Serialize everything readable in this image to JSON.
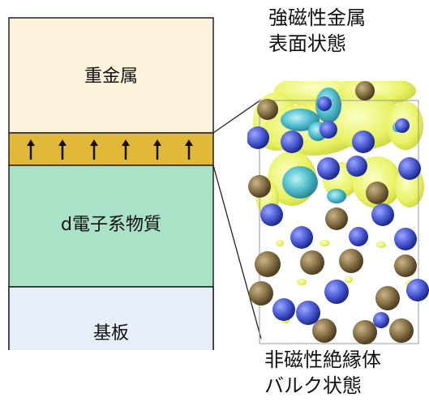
{
  "layers": {
    "heavy_metal": "重金属",
    "d_electron": "d電子系物質",
    "substrate": "基板"
  },
  "labels": {
    "surface_line1": "強磁性金属",
    "surface_line2": "表面状態",
    "bulk_line1": "非磁性絶縁体",
    "bulk_line2": "バルク状態"
  },
  "colors": {
    "heavy_metal_fill": "#fdf2dc",
    "interface_fill": "#e2b838",
    "d_electron_fill": "#a9e2c6",
    "substrate_fill": "#e6eef7",
    "atom_blue": "#4f5fd8",
    "atom_brown": "#8a7448",
    "isosurface_yellow": "#e8f25a",
    "isosurface_cyan": "#3fb7d6"
  },
  "arrow_count": 6
}
